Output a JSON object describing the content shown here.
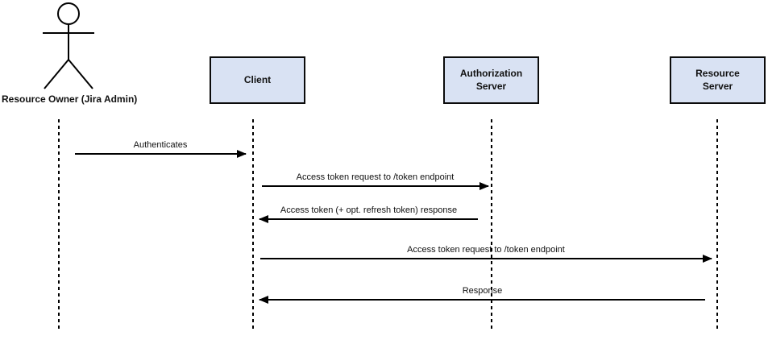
{
  "diagram": {
    "type": "sequence",
    "actor": {
      "label": "Resource Owner (Jira Admin)"
    },
    "participants": [
      {
        "id": "client",
        "label": "Client"
      },
      {
        "id": "authorization-server",
        "label": "Authorization Server"
      },
      {
        "id": "resource-server",
        "label": "Resource Server"
      }
    ],
    "messages": [
      {
        "label": "Authenticates",
        "from": "Resource Owner (Jira Admin)",
        "to": "Client",
        "direction": "right"
      },
      {
        "label": "Access token request to /token endpoint",
        "from": "Client",
        "to": "Authorization Server",
        "direction": "right"
      },
      {
        "label": "Access token (+ opt. refresh token) response",
        "from": "Authorization Server",
        "to": "Client",
        "direction": "left"
      },
      {
        "label": "Access token request to /token endpoint",
        "from": "Client",
        "to": "Resource Server",
        "direction": "right"
      },
      {
        "label": "Response",
        "from": "Resource Server",
        "to": "Client",
        "direction": "left"
      }
    ],
    "colors": {
      "participant_fill": "#d9e2f3",
      "participant_border": "#0b0b0b",
      "line_color": "#000000",
      "background": "#ffffff"
    }
  }
}
